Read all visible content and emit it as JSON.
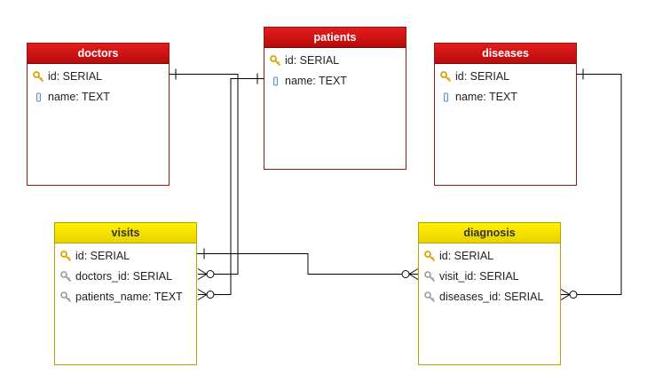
{
  "tables": [
    {
      "id": "doctors",
      "name": "doctors",
      "theme": "red",
      "fields": [
        {
          "icon": "primary-key-icon",
          "label": "id: SERIAL"
        },
        {
          "icon": "column-icon",
          "label": "name: TEXT"
        }
      ]
    },
    {
      "id": "patients",
      "name": "patients",
      "theme": "red",
      "fields": [
        {
          "icon": "primary-key-icon",
          "label": "id: SERIAL"
        },
        {
          "icon": "column-icon",
          "label": "name: TEXT"
        }
      ]
    },
    {
      "id": "diseases",
      "name": "diseases",
      "theme": "red",
      "fields": [
        {
          "icon": "primary-key-icon",
          "label": "id: SERIAL"
        },
        {
          "icon": "column-icon",
          "label": "name: TEXT"
        }
      ]
    },
    {
      "id": "visits",
      "name": "visits",
      "theme": "yellow",
      "fields": [
        {
          "icon": "primary-key-icon",
          "label": "id: SERIAL"
        },
        {
          "icon": "foreign-key-icon",
          "label": "doctors_id: SERIAL"
        },
        {
          "icon": "foreign-key-icon",
          "label": "patients_name: TEXT"
        }
      ]
    },
    {
      "id": "diagnosis",
      "name": "diagnosis",
      "theme": "yellow",
      "fields": [
        {
          "icon": "primary-key-icon",
          "label": "id: SERIAL"
        },
        {
          "icon": "foreign-key-icon",
          "label": "visit_id: SERIAL"
        },
        {
          "icon": "foreign-key-icon",
          "label": "diseases_id: SERIAL"
        }
      ]
    }
  ],
  "relationships": [
    {
      "from": "doctors.id",
      "to": "visits.doctors_id",
      "cardinality": "one-to-zero-or-many"
    },
    {
      "from": "patients.name",
      "to": "visits.patients_name",
      "cardinality": "one-to-zero-or-many"
    },
    {
      "from": "visits.id",
      "to": "diagnosis.visit_id",
      "cardinality": "one-to-zero-or-many"
    },
    {
      "from": "diseases.id",
      "to": "diagnosis.diseases_id",
      "cardinality": "one-to-zero-or-many"
    }
  ],
  "colors": {
    "primary_header": "#d21414",
    "junction_header": "#f5e400",
    "connector": "#000000",
    "key_icon": "#e0a000"
  }
}
